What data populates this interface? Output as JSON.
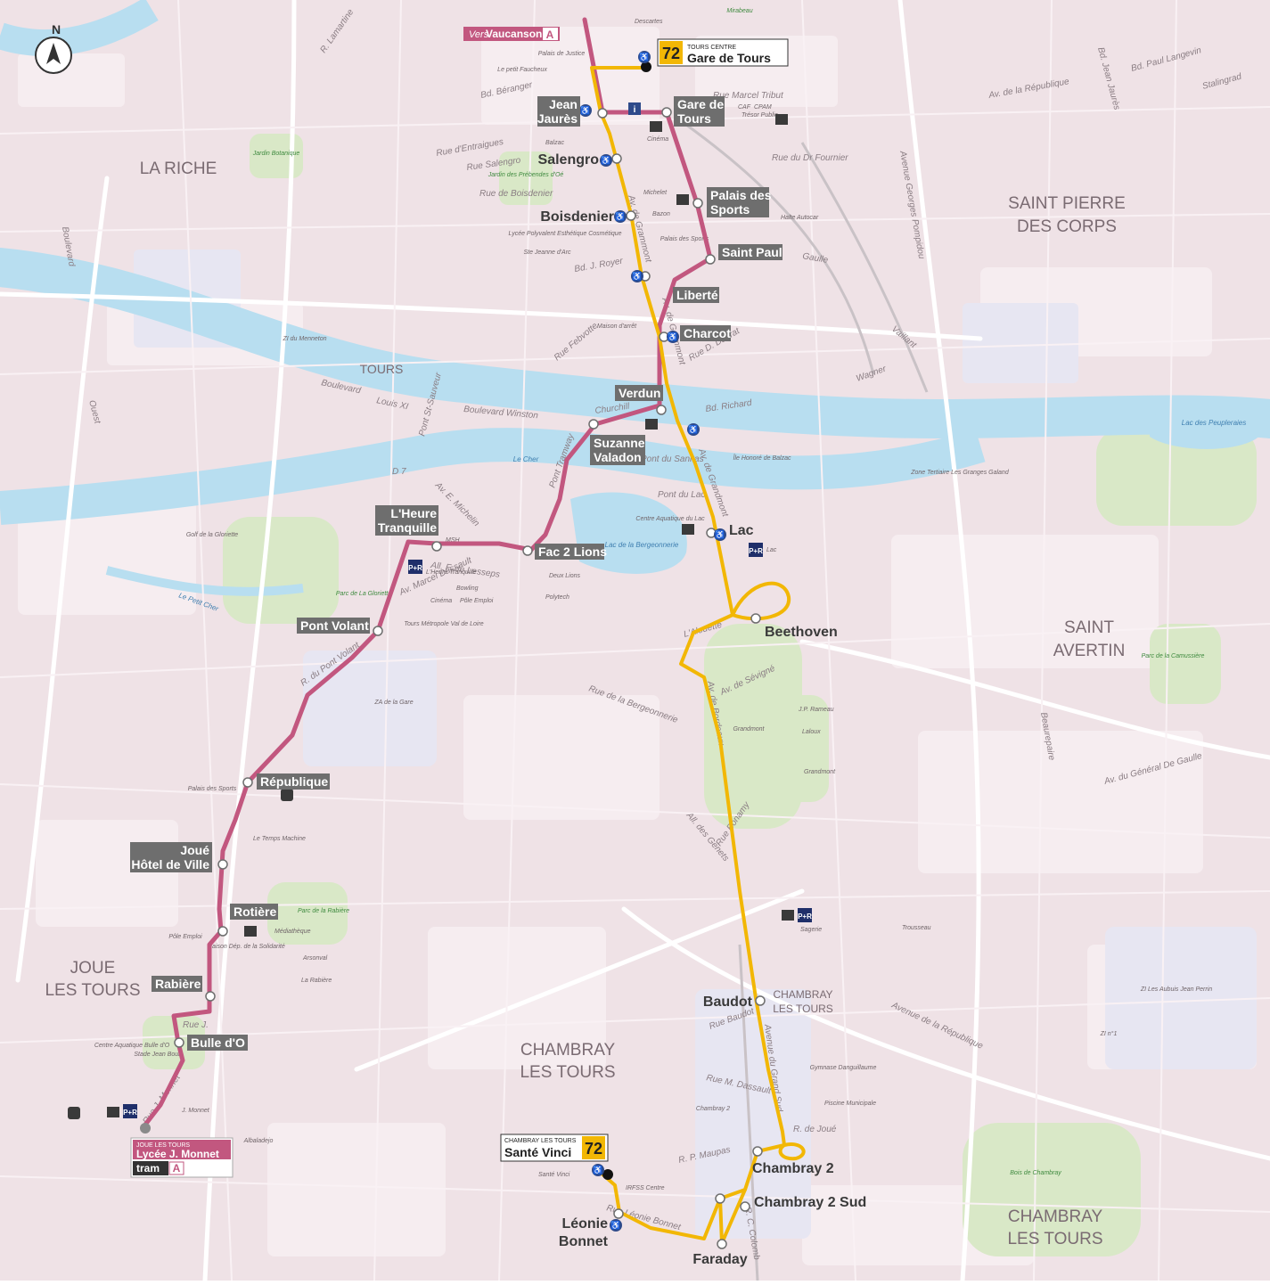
{
  "map": {
    "north_label": "N",
    "areas": {
      "la_riche": "LA RICHE",
      "tours": "TOURS",
      "saint_pierre_1": "SAINT PIERRE",
      "saint_pierre_2": "DES CORPS",
      "saint_avertin_1": "SAINT",
      "saint_avertin_2": "AVERTIN",
      "joue_1": "JOUE",
      "joue_2": "LES TOURS",
      "chambray_a_1": "CHAMBRAY",
      "chambray_a_2": "LES TOURS",
      "chambray_b_1": "CHAMBRAY",
      "chambray_b_2": "LES TOURS",
      "chambray_c_1": "CHAMBRAY",
      "chambray_c_2": "LES TOURS"
    },
    "water": {
      "le_cher": "Le Cher",
      "lac_bergeonnerie": "Lac de la Bergeonnerie",
      "lac_peupleraies": "Lac des Peupleraies",
      "le_petit_cher": "Le Petit Cher"
    },
    "greens": {
      "jardin_botanique": "Jardin Botanique",
      "prebendes": "Jardin des Prébendes d'Oé",
      "gloriette": "Parc de La Gloriette",
      "rabiere": "Parc de la Rabière",
      "carrussiere": "Parc de la Camussière",
      "bois_chambray": "Bois de Chambray",
      "mirabeau": "Mirabeau"
    },
    "streets": {
      "boulevard": "Boulevard",
      "louis_xi": "Louis XI",
      "winston": "Boulevard Winston",
      "churchill": "Churchill",
      "richard": "Bd. Richard",
      "wagner": "Wagner",
      "vaillant": "Vaillant",
      "gaulle": "Gaulle",
      "grammont": "Av. de Grammont",
      "grandmont": "Av. de Grandmont",
      "bd_republique": "Av. de la République",
      "ave_republique": "Avenue de la République",
      "paul_langevin": "Bd. Paul Langevin",
      "jean_jaures": "Bd. Jean Jaurès",
      "stalingrad": "Stalingrad",
      "beranger": "Bd. Béranger",
      "entraigues": "Rue d'Entraigues",
      "salengro": "Rue Salengro",
      "boisdenier_rue": "Rue de Boisdenier",
      "royer": "Bd. J. Royer",
      "dr_fournier": "Rue du Dr Fournier",
      "tribut": "Rue Marcel Tribut",
      "pompidou": "Avenue Georges Pompidou",
      "pont_volant": "R. du Pont Volant",
      "bergeonnerie": "Rue de la Bergeonnerie",
      "bordeaux": "Av. de Bordeaux",
      "sevigne": "Av. de Sévigné",
      "grand_sud": "Avenue du Grand Sud",
      "baudot_rue": "Rue Baudot",
      "dassault": "Rue M. Dassault",
      "maupas": "R. P. Maupas",
      "de_joue": "R. de Joué",
      "leonie_bonnet_rue": "Rue Léonie Bonnet",
      "colomb": "R. C. Colomb",
      "alouette": "L'Alouette",
      "bonamy": "Rue Bonamy",
      "genets": "All. des Genets",
      "lesseps": "All. F. de Lesseps",
      "michelin": "Av. E. Michelin",
      "dassault_av": "Av. Marcel Dassault",
      "pont_tramway": "Pont Tramway",
      "pont_st_sauveur": "Pont St-Sauveur",
      "pont_sanitas": "Pont du Sanitas",
      "pont_lac": "Pont du Lac",
      "d7": "D 7",
      "ouest": "Ouest",
      "lamartine": "R. Lamartine",
      "beaurepaire": "Beaurepaire",
      "general_gaulle": "Av. du Général De Gaulle",
      "bd_daurat": "Rue D. Daurat",
      "febvotte": "Rue Febvotte",
      "jean_monnet": "Rue J. Monnet",
      "rue_j": "Rue J.",
      "bl_rue": "Boulevard"
    },
    "pois": {
      "descartes": "Descartes",
      "palais_justice": "Palais de Justice",
      "petit_faucheux": "Le petit Faucheux",
      "caf": "CAF",
      "cpam": "CPAM",
      "tresor": "Trésor Public",
      "cinema": "Cinéma",
      "michelet": "Michelet",
      "balzac": "Balzac",
      "bazon": "Bazon",
      "lycee": "Lycée Polyvalent Esthétique Cosmétique",
      "ste_jeanne": "Ste Jeanne d'Arc",
      "palais_sports_tours": "Palais des Sports",
      "halte_autocar": "Halte Autocar",
      "maison_arret": "Maison d'arrêt",
      "ile_honore": "Île Honoré de Balzac",
      "centre_aqua_lac": "Centre Aquatique du Lac",
      "zone_tertiaire": "Zone Tertiaire Les Granges Galand",
      "golf": "Golf de la Gloriette",
      "msh": "MSH",
      "deux_lions": "Deux Lions",
      "polytech": "Polytech",
      "bowling": "Bowling",
      "cinema2": "Cinéma",
      "pole_emploi_t": "Pôle Emploi",
      "tours_metropole": "Tours Métropole Val de Loire",
      "za_gare": "ZA de la Gare",
      "zi_menneton": "ZI du Menneton",
      "jp_rameau": "J.P. Rameau",
      "laloux": "Laloux",
      "grandmont": "Grandmont",
      "grandmont2": "Grandmont",
      "trousseau": "Trousseau",
      "zi_aubuis": "ZI Les Aubuis Jean Perrin",
      "zi_n1": "ZI n°1",
      "gymnase": "Gymnase Danguillaume",
      "piscine": "Piscine Municipale",
      "chambray2_poi": "Chambray 2",
      "irfss": "IRFSS Centre",
      "sante_vinci_poi": "Santé Vinci",
      "temps_machine": "Le Temps Machine",
      "palais_sports_joue": "Palais des Sports",
      "pole_emploi_j": "Pôle Emploi",
      "maison_dep": "Maison Dép. de la Solidarité",
      "mediatheque": "Médiathèque",
      "arsonval": "Arsonval",
      "la_rabiere_school": "La Rabière",
      "centre_aqua_bulle": "Centre Aquatique Bulle d'O",
      "stade": "Stade Jean Bouin",
      "j_monnet": "J. Monnet",
      "albaladejo": "Albaladejo",
      "sagerie": "Sagerie",
      "lac_park": "Lac",
      "heure_park": "L'Heure Tranquille"
    },
    "icon_labels": {
      "park_ride": "P+R",
      "info": "i",
      "tram_letter": "A"
    },
    "colors": {
      "tram_line": "#c2577f",
      "bus_line": "#f2b705",
      "water": "#b9def0",
      "green": "#d8e7c4",
      "stop_label_bg": "#6e6e6e",
      "accent": "#c2577f"
    }
  },
  "line": {
    "number": "72",
    "terminus_north": {
      "city": "TOURS CENTRE",
      "name": "Gare de Tours"
    },
    "terminus_south": {
      "city": "CHAMBRAY LES TOURS",
      "name": "Santé Vinci"
    }
  },
  "tram": {
    "vers_prefix": "Vers",
    "vers_name": "Vaucanson",
    "letter": "A",
    "terminus_city": "JOUE LES TOURS",
    "terminus_name": "Lycée J. Monnet",
    "mode_label": "tram"
  },
  "stops": {
    "jean_jaures_1": "Jean",
    "jean_jaures_2": "Jaurès",
    "gare_tours_1": "Gare de",
    "gare_tours_2": "Tours",
    "salengro": "Salengro",
    "palais_sports_1": "Palais des",
    "palais_sports_2": "Sports",
    "boisdenier": "Boisdenier",
    "saint_paul": "Saint Paul",
    "liberte": "Liberté",
    "charcot": "Charcot",
    "verdun": "Verdun",
    "suzanne_1": "Suzanne",
    "suzanne_2": "Valadon",
    "lheure_1": "L'Heure",
    "lheure_2": "Tranquille",
    "fac_2_lions": "Fac 2 Lions",
    "lac": "Lac",
    "beethoven": "Beethoven",
    "pont_volant": "Pont Volant",
    "republique": "République",
    "joue_hdv_1": "Joué",
    "joue_hdv_2": "Hôtel de Ville",
    "rotiere": "Rotière",
    "rabiere": "Rabière",
    "bulle_do": "Bulle d'O",
    "baudot": "Baudot",
    "baudot_city_1": "CHAMBRAY",
    "baudot_city_2": "LES TOURS",
    "chambray_2": "Chambray 2",
    "chambray_2_sud": "Chambray 2 Sud",
    "leonie_1": "Léonie",
    "leonie_2": "Bonnet",
    "faraday": "Faraday"
  }
}
